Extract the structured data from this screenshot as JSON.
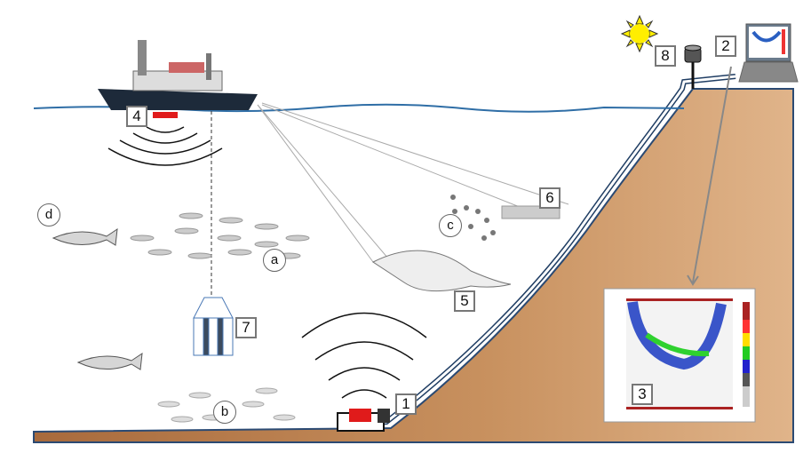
{
  "labels": {
    "numbers": [
      "1",
      "2",
      "3",
      "4",
      "5",
      "6",
      "7",
      "8"
    ],
    "letters": [
      "a",
      "b",
      "c",
      "d"
    ]
  },
  "colors": {
    "land": "#c8915f",
    "water_line": "#2f6ea6",
    "cable": "#1f3d63",
    "transducer": "#e01b1b",
    "sun": "#ffee00"
  }
}
